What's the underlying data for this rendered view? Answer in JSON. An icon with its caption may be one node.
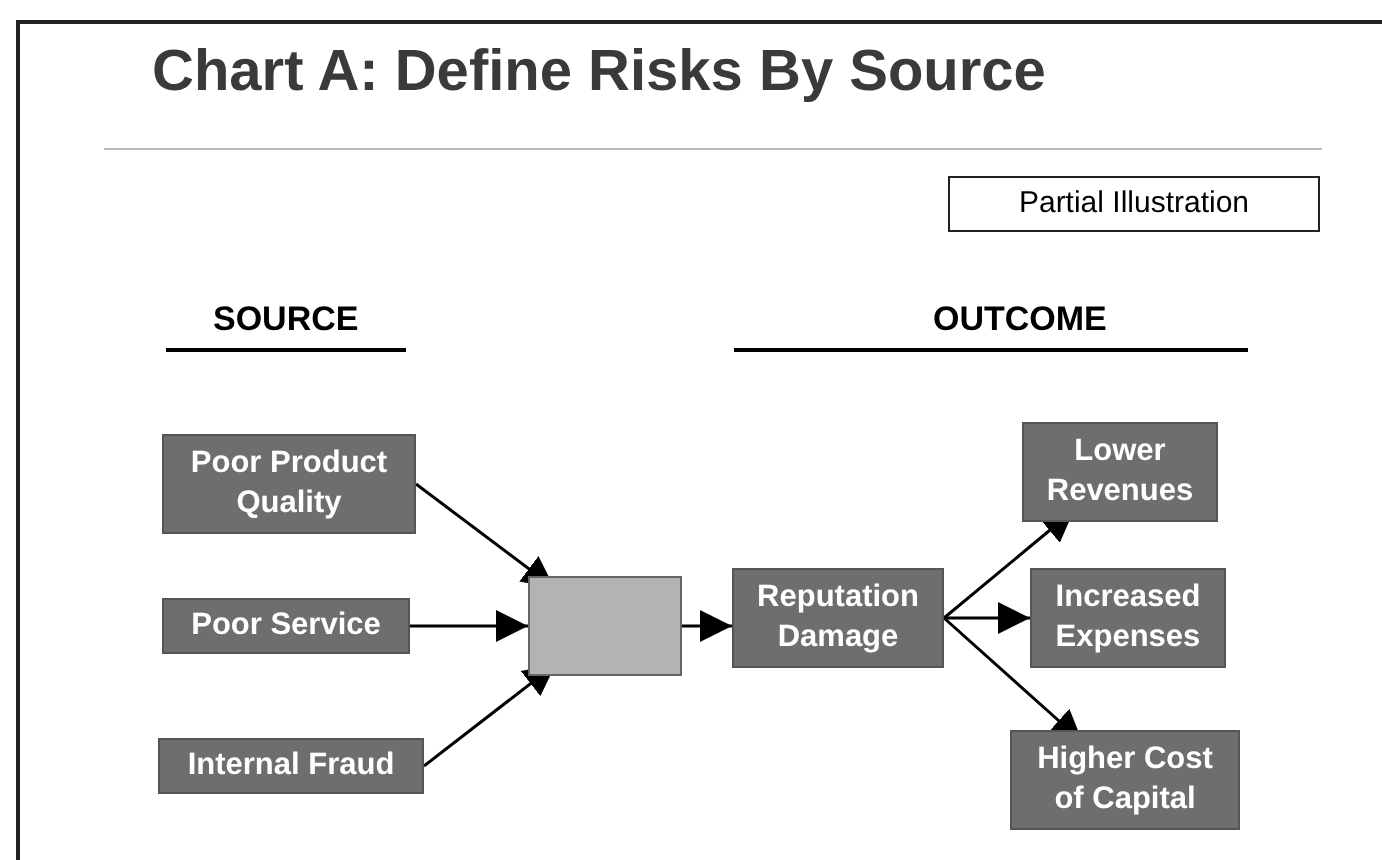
{
  "diagram": {
    "title": "Chart A: Define Risks By Source",
    "nodes": [
      {
        "text": [
          "Partial Illustration"
        ]
      },
      {
        "text": [
          "Poor Product Quality"
        ]
      },
      {
        "text": [
          "Poor Service"
        ]
      },
      {
        "text": [
          "Internal Fraud"
        ]
      },
      {
        "text": [],
        "shape": "box"
      },
      {
        "text": [
          "Reputation Damage"
        ]
      },
      {
        "text": [
          "Lower Revenues"
        ]
      },
      {
        "text": [
          "Increased Expenses"
        ]
      },
      {
        "text": [
          "Higher Cost of Capital"
        ]
      }
    ],
    "edges": [
      {
        "from": 1,
        "to": 4,
        "arrow": "to"
      },
      {
        "from": 2,
        "to": 4,
        "arrow": "to"
      },
      {
        "from": 3,
        "to": 4,
        "arrow": "to"
      },
      {
        "from": 4,
        "to": 5,
        "arrow": "to"
      },
      {
        "from": 5,
        "to": 6,
        "arrow": "to"
      },
      {
        "from": 5,
        "to": 7,
        "arrow": "to"
      },
      {
        "from": 5,
        "to": 8,
        "arrow": "to"
      }
    ],
    "labels": [
      "SOURCE",
      "OUTCOME"
    ]
  }
}
